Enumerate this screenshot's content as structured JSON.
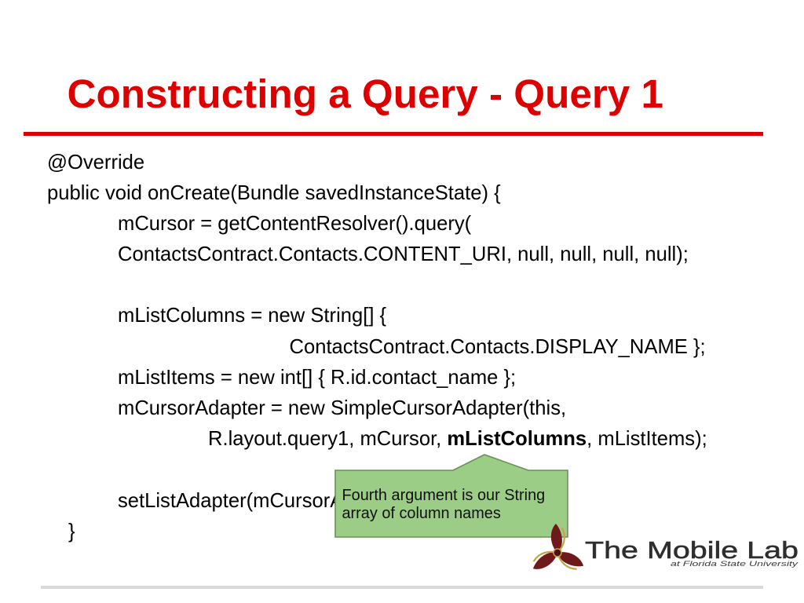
{
  "slide": {
    "title": "Constructing a Query - Query 1",
    "code_lines": [
      "@Override",
      "public void onCreate(Bundle savedInstanceState) {",
      "mCursor = getContentResolver().query(",
      "ContactsContract.Contacts.CONTENT_URI, null, null, null, null);",
      "mListColumns = new String[] {",
      "ContactsContract.Contacts.DISPLAY_NAME };",
      "mListItems = new int[] { R.id.contact_name };",
      "mCursorAdapter = new SimpleCursorAdapter(this,",
      {
        "before": "R.layout.query1, mCursor, ",
        "bold": "mListColumns",
        "after": ", mListItems);"
      },
      "setListAdapter(mCursorA",
      "}"
    ]
  },
  "callout": {
    "text": "Fourth argument is our String array of column names"
  },
  "logo": {
    "name": "The Mobile Lab",
    "tagline": "at Florida State University",
    "icon": "mobile-lab-emblem-icon"
  },
  "colors": {
    "title": "#dd0000",
    "title_rule": "#dd0000",
    "code_text": "#000000",
    "callout_fill": "#9ccd86",
    "callout_border": "#6c8f5b",
    "footer_rule": "#d9d9d9",
    "emblem_maroon": "#6e1a1a",
    "emblem_gold": "#c8a24a"
  }
}
